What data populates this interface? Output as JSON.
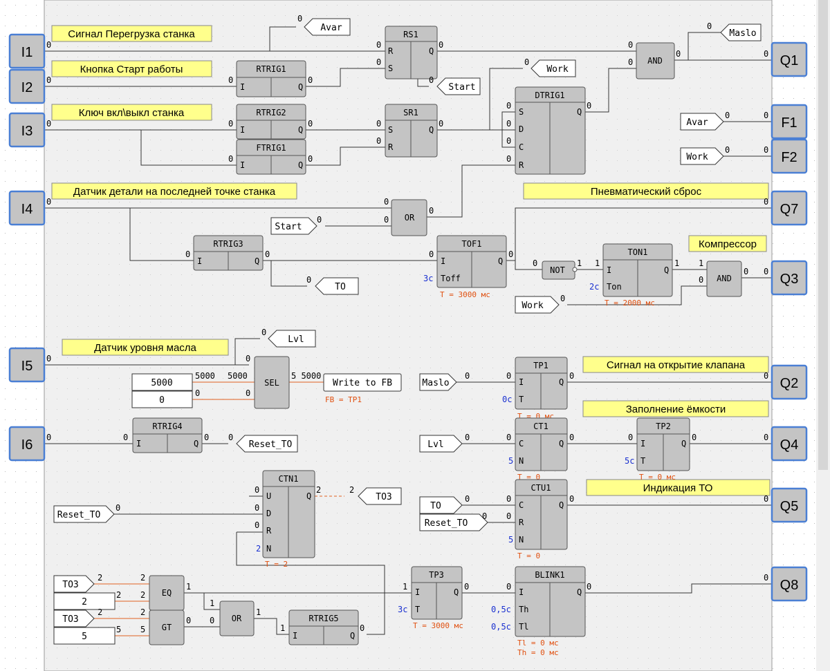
{
  "inputs": [
    "I1",
    "I2",
    "I3",
    "I4",
    "I5",
    "I6"
  ],
  "outputs": [
    "Q1",
    "Q2",
    "Q3",
    "Q4",
    "Q5",
    "Q7",
    "Q8",
    "F1",
    "F2"
  ],
  "comments": {
    "c1": "Сигнал  Перегрузка станка",
    "c2": "Кнопка Старт работы",
    "c3": "Ключ  вкл\\выкл  станка",
    "c4": "Датчик детали на последней точке станка",
    "c5": "Пневматический  сброс",
    "c6": "Компрессор",
    "c7": "Датчик  уровня  масла",
    "c8": "Сигнал на открытие клапана",
    "c9": "Заполнение ёмкости",
    "c10": "Индикация ТО"
  },
  "blocks": {
    "rs1": {
      "title": "RS1",
      "pins_l": [
        "R",
        "S"
      ],
      "pins_r": [
        "Q"
      ]
    },
    "rtrig1": {
      "title": "RTRIG1",
      "pins_l": [
        "I"
      ],
      "pins_r": [
        "Q"
      ]
    },
    "rtrig2": {
      "title": "RTRIG2",
      "pins_l": [
        "I"
      ],
      "pins_r": [
        "Q"
      ]
    },
    "ftrig1": {
      "title": "FTRIG1",
      "pins_l": [
        "I"
      ],
      "pins_r": [
        "Q"
      ]
    },
    "sr1": {
      "title": "SR1",
      "pins_l": [
        "S",
        "R"
      ],
      "pins_r": [
        "Q"
      ]
    },
    "dtrig1": {
      "title": "DTRIG1",
      "pins_l": [
        "S",
        "D",
        "C",
        "R"
      ],
      "pins_r": [
        "Q"
      ]
    },
    "and1": {
      "title": "AND"
    },
    "or1": {
      "title": "OR"
    },
    "rtrig3": {
      "title": "RTRIG3",
      "pins_l": [
        "I"
      ],
      "pins_r": [
        "Q"
      ]
    },
    "tof1": {
      "title": "TOF1",
      "pins_l": [
        "I",
        "Toff"
      ],
      "pins_r": [
        "Q"
      ],
      "param": "T = 3000 мс"
    },
    "not1": {
      "title": "NOT"
    },
    "ton1": {
      "title": "TON1",
      "pins_l": [
        "I",
        "Ton"
      ],
      "pins_r": [
        "Q"
      ],
      "param": "T = 2000 мс"
    },
    "and2": {
      "title": "AND"
    },
    "sel": {
      "title": "SEL"
    },
    "tp1": {
      "title": "TP1",
      "pins_l": [
        "I",
        "T"
      ],
      "pins_r": [
        "Q"
      ],
      "param": "T = 0 мс"
    },
    "rtrig4": {
      "title": "RTRIG4",
      "pins_l": [
        "I"
      ],
      "pins_r": [
        "Q"
      ]
    },
    "ct1": {
      "title": "CT1",
      "pins_l": [
        "C",
        "N"
      ],
      "pins_r": [
        "Q"
      ],
      "param": "T = 0"
    },
    "tp2": {
      "title": "TP2",
      "pins_l": [
        "I",
        "T"
      ],
      "pins_r": [
        "Q"
      ],
      "param": "T = 0 мс"
    },
    "ctn1": {
      "title": "CTN1",
      "pins_l": [
        "U",
        "D",
        "R",
        "N"
      ],
      "pins_r": [
        "Q"
      ],
      "param": "T = 2"
    },
    "ctu1": {
      "title": "CTU1",
      "pins_l": [
        "C",
        "R",
        "N"
      ],
      "pins_r": [
        "Q"
      ],
      "param": "T = 0"
    },
    "eq": {
      "title": "EQ"
    },
    "gt": {
      "title": "GT"
    },
    "or2": {
      "title": "OR"
    },
    "rtrig5": {
      "title": "RTRIG5",
      "pins_l": [
        "I"
      ],
      "pins_r": [
        "Q"
      ]
    },
    "tp3": {
      "title": "TP3",
      "pins_l": [
        "I",
        "T"
      ],
      "pins_r": [
        "Q"
      ],
      "param": "T = 3000 мс"
    },
    "blink1": {
      "title": "BLINK1",
      "pins_l": [
        "I",
        "Th",
        "Tl"
      ],
      "pins_r": [
        "Q"
      ],
      "param1": "Tl = 0 мс",
      "param2": "Th = 0 мс"
    }
  },
  "tags": {
    "avar_out": "Avar",
    "maslo_out": "Maslo",
    "work_out": "Work",
    "start_out": "Start",
    "avar_in": "Avar",
    "work_in": "Work",
    "start_in": "Start",
    "to_out": "TO",
    "work_in2": "Work",
    "lvl_out": "Lvl",
    "write_fb": "Write to FB",
    "fb_note": "FB = TP1",
    "maslo_in": "Maslo",
    "reset_to_out": "Reset_TO",
    "lvl_in": "Lvl",
    "to3_out": "TO3",
    "reset_to_in": "Reset_TO",
    "to_in": "TO",
    "reset_to_in2": "Reset_TO",
    "to3_in1": "TO3",
    "to3_in2": "TO3"
  },
  "consts": {
    "k5000": "5000",
    "k0": "0",
    "k2": "2",
    "k5": "5"
  },
  "params": {
    "p3c": "3с",
    "p2c": "2с",
    "p0c": "0с",
    "p5": "5",
    "p5c": "5с",
    "p2": "2",
    "p3c2": "3с",
    "p05a": "0,5с",
    "p05b": "0,5с"
  },
  "vals": {
    "i1": "0",
    "i2": "0",
    "i3": "0",
    "i4": "0",
    "i5": "0",
    "i6": "0",
    "q1": "0",
    "q2": "0",
    "q3": "0",
    "q4": "0",
    "q5": "0",
    "q7": "0",
    "q8": "0",
    "f1": "0",
    "f2": "0",
    "z": "0",
    "one": "1",
    "two": "2",
    "v5000": "5000",
    "v55000": "5 5000",
    "five": "5"
  }
}
